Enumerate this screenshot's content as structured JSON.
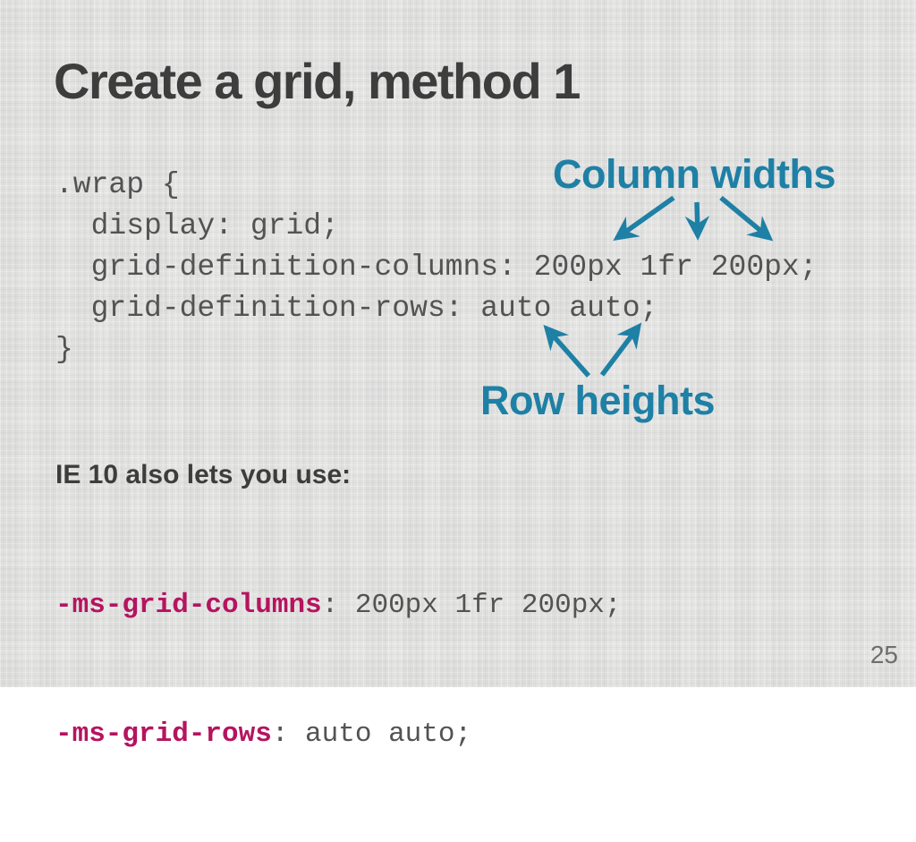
{
  "slide": {
    "title": "Create a grid, method 1",
    "page_number": "25",
    "code": {
      "lines": [
        ".wrap {",
        "  display: grid;",
        "  grid-definition-columns: 200px 1fr 200px;",
        "  grid-definition-rows: auto auto;",
        "}"
      ]
    },
    "annotations": {
      "column_widths": "Column widths",
      "row_heights": "Row heights"
    },
    "ie_note": {
      "intro": "IE 10 also lets you use:",
      "rules": [
        {
          "property": "-ms-grid-columns",
          "value": ": 200px 1fr 200px;"
        },
        {
          "property": "-ms-grid-rows",
          "value": ": auto auto;"
        }
      ]
    },
    "colors": {
      "background": "#e3e3e2",
      "heading_text": "#3d3d3d",
      "code_text": "#535353",
      "annotation_teal": "#1e80a5",
      "property_magenta": "#b5145f",
      "page_number_gray": "#6e6e6e"
    }
  }
}
